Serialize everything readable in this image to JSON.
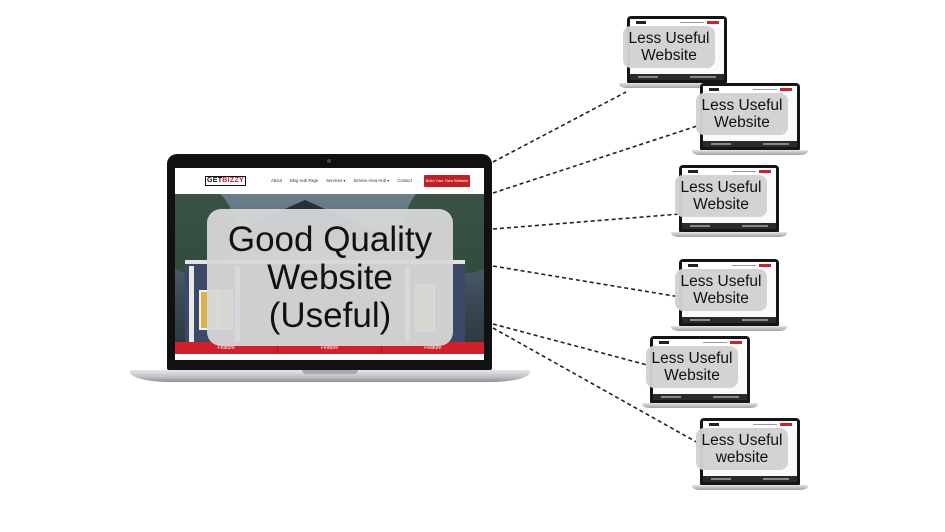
{
  "main": {
    "site": {
      "logo_part1": "GET",
      "logo_part2": "BIZZY",
      "nav": [
        "About",
        "Blog Hub Page",
        "Services ▾",
        "Service Area Hub ▾",
        "Contact"
      ],
      "cta": "Build Your Own Website",
      "features": [
        "Feature",
        "Feature",
        "Feature"
      ]
    },
    "label_lines": [
      "Good Quality",
      "Website",
      "(Useful)"
    ]
  },
  "minis": [
    {
      "line1": "Less Useful",
      "line2": "Website"
    },
    {
      "line1": "Less Useful",
      "line2": "Website"
    },
    {
      "line1": "Less Useful",
      "line2": "Website"
    },
    {
      "line1": "Less Useful",
      "line2": "Website"
    },
    {
      "line1": "Less Useful",
      "line2": "Website"
    },
    {
      "line1": "Less Useful",
      "line2": "website"
    }
  ],
  "colors": {
    "brand_red": "#d1202a",
    "label_gray": "#d7d7d7",
    "connector": "#222222"
  }
}
